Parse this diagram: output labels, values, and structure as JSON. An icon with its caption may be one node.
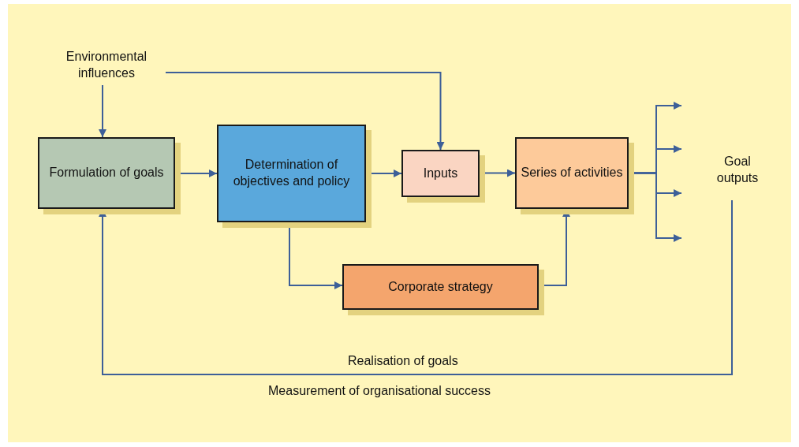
{
  "diagram": {
    "nodes": [
      {
        "text": [
          "Environmental influences"
        ]
      },
      {
        "text": [
          "Formulation of goals"
        ]
      },
      {
        "text": [
          "Determination of objectives and policy"
        ]
      },
      {
        "text": [
          "Inputs"
        ]
      },
      {
        "text": [
          "Series of activities"
        ]
      },
      {
        "text": [
          "Corporate strategy"
        ]
      },
      {
        "text": [
          "Goal outputs"
        ]
      }
    ],
    "edges": [
      {
        "from": 0,
        "to": 1,
        "arrow": "to"
      },
      {
        "from": 0,
        "to": 3,
        "arrow": "to"
      },
      {
        "from": 1,
        "to": 2,
        "arrow": "to"
      },
      {
        "from": 2,
        "to": 3,
        "arrow": "to"
      },
      {
        "from": 3,
        "to": 4,
        "arrow": "to"
      },
      {
        "from": 2,
        "to": 5,
        "arrow": "to"
      },
      {
        "from": 5,
        "to": 4,
        "arrow": "to"
      },
      {
        "from": 4,
        "to": null,
        "arrow": "to"
      },
      {
        "from": 4,
        "to": null,
        "arrow": "to"
      },
      {
        "from": 4,
        "to": null,
        "arrow": "to"
      },
      {
        "from": 4,
        "to": null,
        "arrow": "to"
      },
      {
        "from": 6,
        "to": 1,
        "arrow": "to",
        "label": "Realisation of goals"
      }
    ],
    "labels": [
      "Measurement of organisational success"
    ]
  }
}
